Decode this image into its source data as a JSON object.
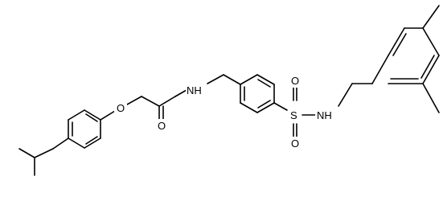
{
  "atoms": {
    "ether_o": "O",
    "carbonyl_o": "O",
    "amide_nh": "NH",
    "sulfur": "S",
    "sulfonyl_o_top": "O",
    "sulfonyl_o_bottom": "O",
    "sulfonamide_nh": "NH"
  }
}
